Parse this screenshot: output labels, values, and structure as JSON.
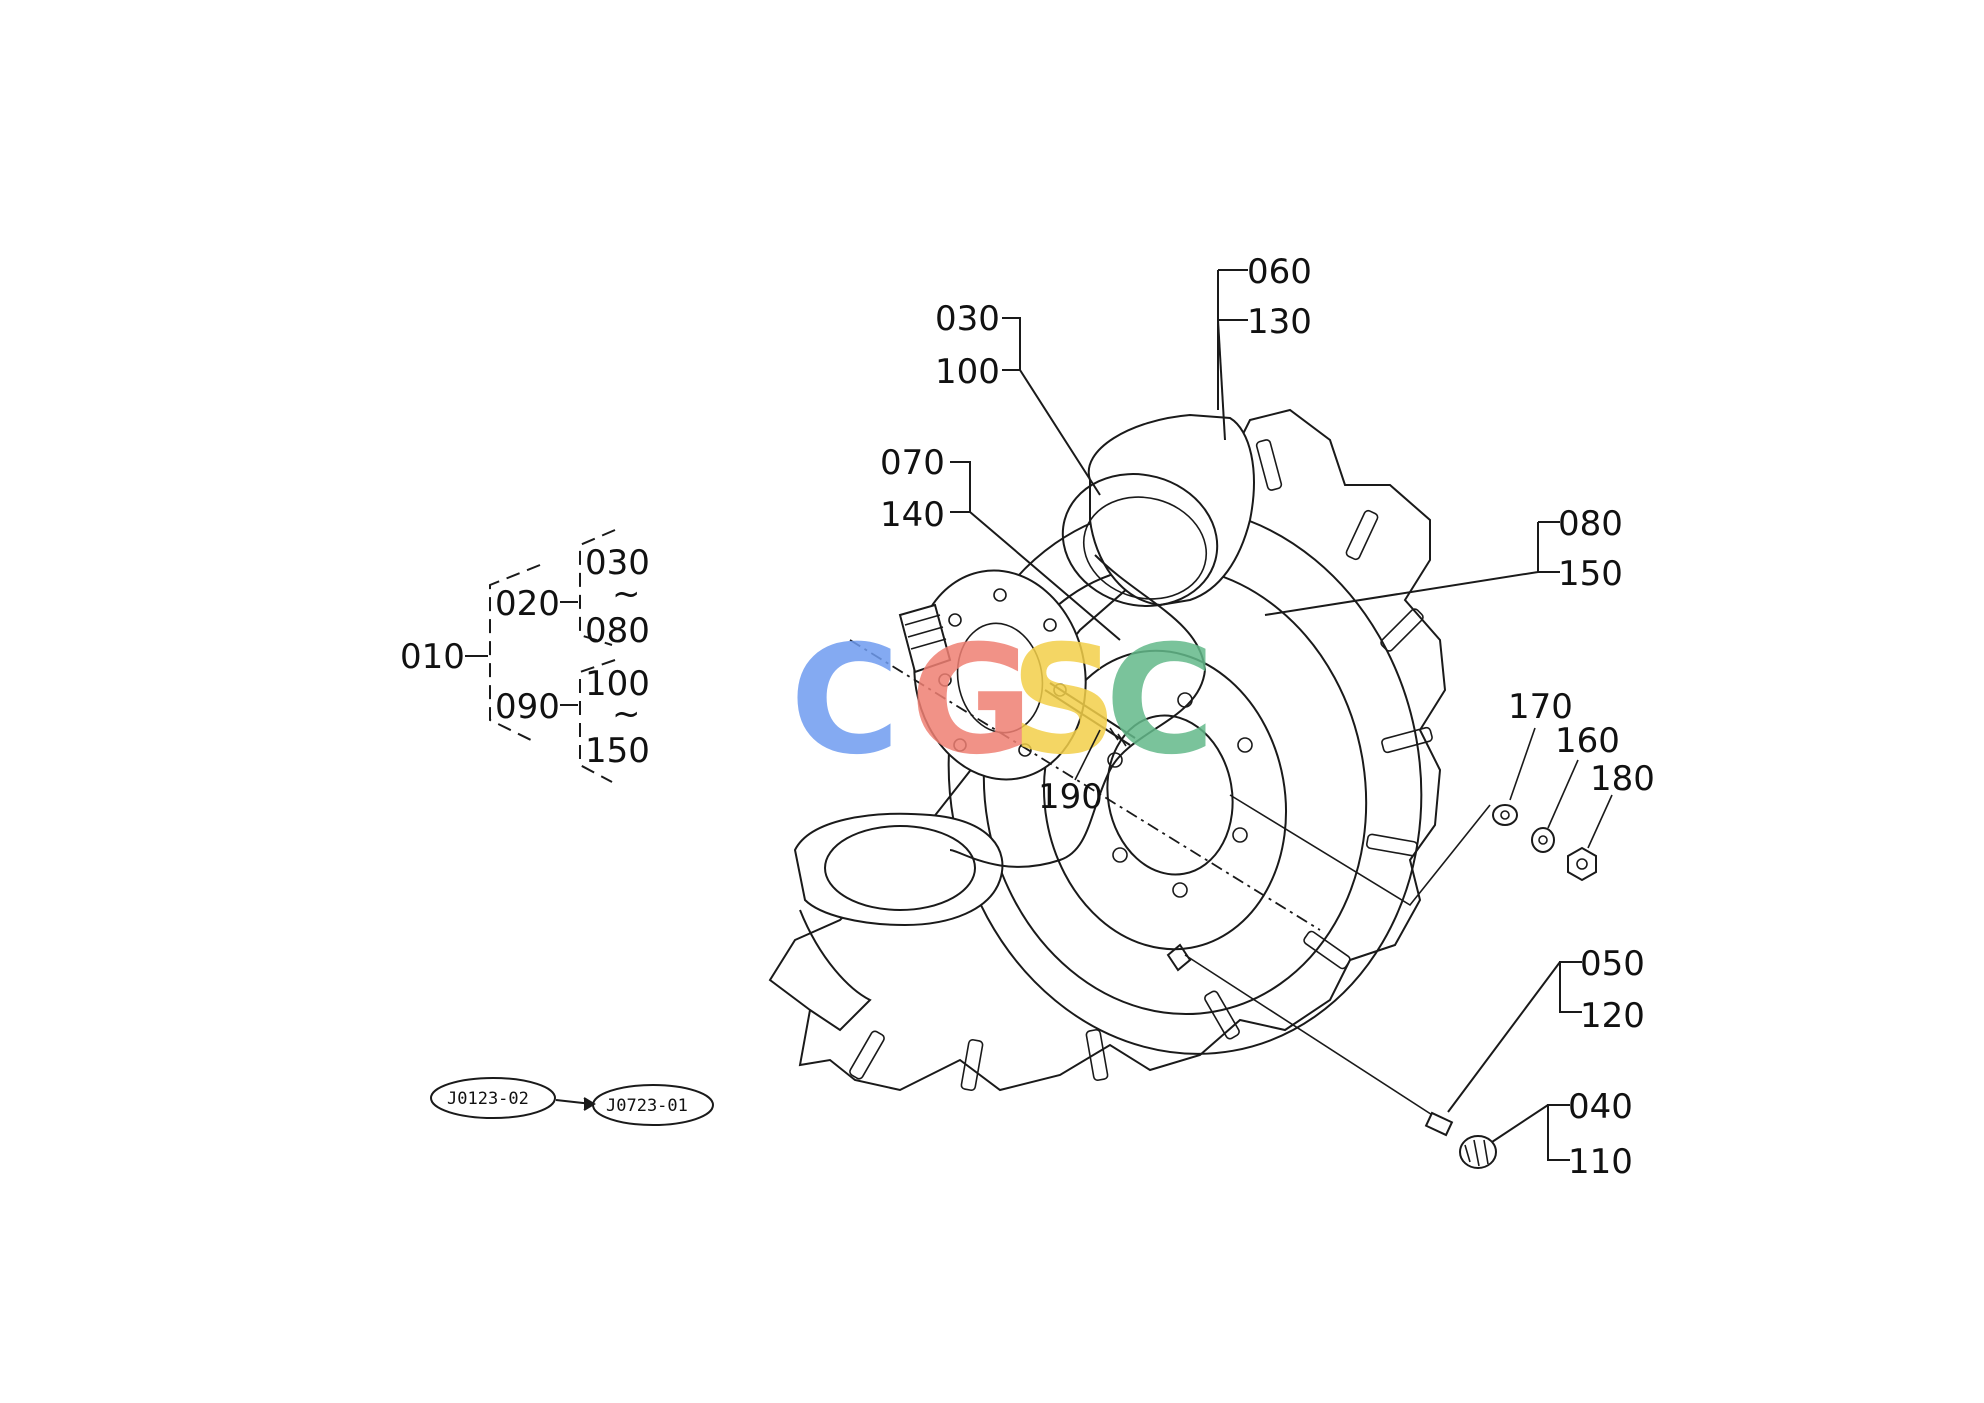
{
  "watermark": {
    "letters": [
      "C",
      "G",
      "S",
      "C"
    ],
    "colors": [
      "#6f9cf0",
      "#ef7f73",
      "#f3cf4a",
      "#63b98a"
    ]
  },
  "tree": {
    "root": "010",
    "group_a": "020",
    "group_a_from": "030",
    "group_a_tilde": "~",
    "group_a_to": "080",
    "group_b": "090",
    "group_b_from": "100",
    "group_b_tilde": "~",
    "group_b_to": "150"
  },
  "callouts": {
    "c060": "060",
    "c130": "130",
    "c030": "030",
    "c100": "100",
    "c070": "070",
    "c140": "140",
    "c080": "080",
    "c150": "150",
    "c170": "170",
    "c160": "160",
    "c180": "180",
    "c190": "190",
    "c050": "050",
    "c120": "120",
    "c040": "040",
    "c110": "110"
  },
  "revision": {
    "from": "J0123-02",
    "to": "J0723-01"
  }
}
